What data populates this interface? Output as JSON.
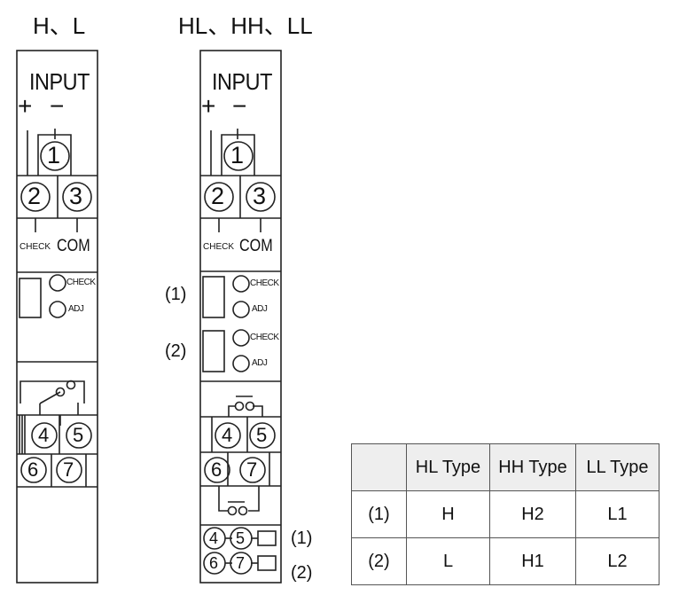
{
  "headers": {
    "left": "H、L",
    "right": "HL、HH、LL"
  },
  "relay": {
    "input_label": "INPUT",
    "plus": "+",
    "minus": "−",
    "check_label": "CHECK",
    "com_label": "COM",
    "pot_check": "CHECK",
    "pot_adj": "ADJ",
    "terminals": [
      "1",
      "2",
      "3",
      "4",
      "5",
      "6",
      "7"
    ]
  },
  "side_labels": {
    "one": "(1)",
    "two": "(2)"
  },
  "table": {
    "headers": [
      "",
      "HL Type",
      "HH Type",
      "LL Type"
    ],
    "rows": [
      [
        "(1)",
        "H",
        "H2",
        "L1"
      ],
      [
        "(2)",
        "L",
        "H1",
        "L2"
      ]
    ]
  }
}
